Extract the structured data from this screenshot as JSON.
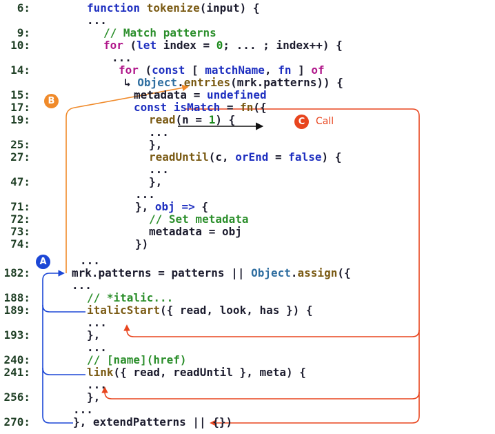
{
  "lines": [
    {
      "num": "6:",
      "tokens": [
        [
          "kw-blue",
          "function "
        ],
        [
          "fn",
          "tokenize"
        ],
        [
          "plain",
          "(input) {"
        ]
      ]
    },
    {
      "num": "",
      "tokens": [
        [
          "plain",
          "..."
        ]
      ]
    },
    {
      "num": "9:",
      "tokens": [
        [
          "cmt",
          "// Match patterns"
        ]
      ]
    },
    {
      "num": "10:",
      "tokens": [
        [
          "kw",
          "for "
        ],
        [
          "plain",
          "("
        ],
        [
          "blue",
          "let "
        ],
        [
          "plain",
          "index = "
        ],
        [
          "num",
          "0"
        ],
        [
          "plain",
          "; ... ; index++) {"
        ]
      ]
    },
    {
      "num": "",
      "tokens": [
        [
          "plain",
          "..."
        ]
      ]
    },
    {
      "num": "14:",
      "tokens": [
        [
          "kw",
          "for "
        ],
        [
          "plain",
          "("
        ],
        [
          "blue",
          "const "
        ],
        [
          "plain",
          "[ "
        ],
        [
          "blue",
          "matchName"
        ],
        [
          "plain",
          ", "
        ],
        [
          "blue",
          "fn "
        ],
        [
          "plain",
          "] "
        ],
        [
          "kw",
          "of"
        ]
      ]
    },
    {
      "num": "",
      "tokens": [
        [
          "plain",
          "↳ "
        ],
        [
          "obj",
          "Object"
        ],
        [
          "plain",
          "."
        ],
        [
          "fn",
          "entries"
        ],
        [
          "plain",
          "(mrk.patterns)) {"
        ]
      ]
    },
    {
      "num": "15:",
      "tokens": [
        [
          "plain",
          "metadata = "
        ],
        [
          "blue",
          "undefined"
        ]
      ]
    },
    {
      "num": "17:",
      "tokens": [
        [
          "blue",
          "const "
        ],
        [
          "blue",
          "isMatch "
        ],
        [
          "plain",
          "= "
        ],
        [
          "fn",
          "fn"
        ],
        [
          "plain",
          "({"
        ]
      ]
    },
    {
      "num": "19:",
      "tokens": [
        [
          "fn",
          "read"
        ],
        [
          "plain",
          "(n = "
        ],
        [
          "num",
          "1"
        ],
        [
          "plain",
          ") {"
        ]
      ]
    },
    {
      "num": "",
      "tokens": [
        [
          "plain",
          "..."
        ]
      ]
    },
    {
      "num": "25:",
      "tokens": [
        [
          "plain",
          "},"
        ]
      ]
    },
    {
      "num": "27:",
      "tokens": [
        [
          "fn",
          "readUntil"
        ],
        [
          "plain",
          "(c, "
        ],
        [
          "blue",
          "orEnd "
        ],
        [
          "plain",
          "= "
        ],
        [
          "blue",
          "false"
        ],
        [
          "plain",
          ") {"
        ]
      ]
    },
    {
      "num": "",
      "tokens": [
        [
          "plain",
          "..."
        ]
      ]
    },
    {
      "num": "47:",
      "tokens": [
        [
          "plain",
          "},"
        ]
      ]
    },
    {
      "num": "",
      "tokens": [
        [
          "plain",
          "..."
        ]
      ]
    },
    {
      "num": "71:",
      "tokens": [
        [
          "plain",
          "}, "
        ],
        [
          "blue",
          "obj "
        ],
        [
          "blue",
          "=> "
        ],
        [
          "plain",
          "{"
        ]
      ]
    },
    {
      "num": "72:",
      "tokens": [
        [
          "cmt",
          "// Set metadata"
        ]
      ]
    },
    {
      "num": "73:",
      "tokens": [
        [
          "plain",
          "metadata = obj"
        ]
      ]
    },
    {
      "num": "74:",
      "tokens": [
        [
          "plain",
          "})"
        ]
      ]
    },
    {
      "num": "",
      "tokens": [
        [
          "plain",
          "..."
        ]
      ]
    },
    {
      "num": "182:",
      "tokens": [
        [
          "plain",
          "mrk.patterns = patterns || "
        ],
        [
          "obj",
          "Object"
        ],
        [
          "plain",
          "."
        ],
        [
          "fn",
          "assign"
        ],
        [
          "plain",
          "({"
        ]
      ]
    },
    {
      "num": "",
      "tokens": [
        [
          "plain",
          "..."
        ]
      ]
    },
    {
      "num": "188:",
      "tokens": [
        [
          "cmt",
          "// *italic..."
        ]
      ]
    },
    {
      "num": "189:",
      "tokens": [
        [
          "fn",
          "italicStart"
        ],
        [
          "plain",
          "({ read, look, has }) {"
        ]
      ]
    },
    {
      "num": "",
      "tokens": [
        [
          "plain",
          "..."
        ]
      ]
    },
    {
      "num": "193:",
      "tokens": [
        [
          "plain",
          "},"
        ]
      ]
    },
    {
      "num": "",
      "tokens": [
        [
          "plain",
          "..."
        ]
      ]
    },
    {
      "num": "240:",
      "tokens": [
        [
          "cmt",
          "// [name](href)"
        ]
      ]
    },
    {
      "num": "241:",
      "tokens": [
        [
          "fn",
          "link"
        ],
        [
          "plain",
          "({ read, readUntil }, meta) {"
        ]
      ]
    },
    {
      "num": "",
      "tokens": [
        [
          "plain",
          "..."
        ]
      ]
    },
    {
      "num": "256:",
      "tokens": [
        [
          "plain",
          "},"
        ]
      ]
    },
    {
      "num": "",
      "tokens": [
        [
          "plain",
          "..."
        ]
      ]
    },
    {
      "num": "270:",
      "tokens": [
        [
          "plain",
          "}, extendPatterns || {})"
        ]
      ]
    }
  ],
  "badges": {
    "a": "A",
    "b": "B",
    "c": "C",
    "call_label": "Call"
  },
  "colors": {
    "a_arrow": "#1c47d6",
    "b_arrow": "#f08a2a",
    "c_arrow": "#e8451e",
    "black_arrow": "#111111"
  }
}
